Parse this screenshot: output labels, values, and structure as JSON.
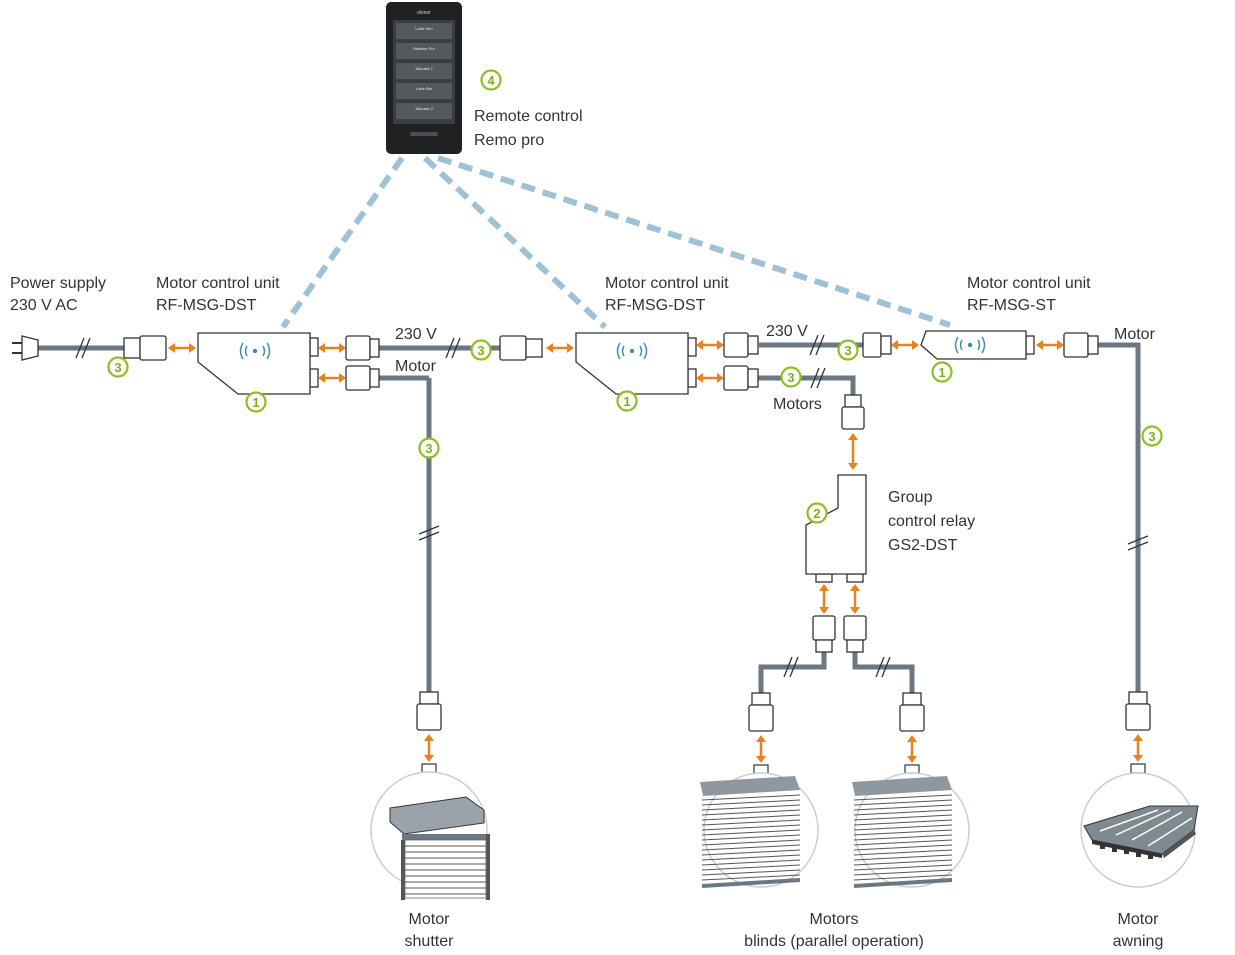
{
  "remote": {
    "title_line1": "Remote control",
    "title_line2": "Remo pro",
    "number": "4",
    "screen_brand": "elsner",
    "screen_rows": [
      "Lade Hen",
      "Markise Pro",
      "Jalousie 1",
      "Lade Bar",
      "Jalousie 2"
    ]
  },
  "power": {
    "label_line1": "Power supply",
    "label_line2": "230 V AC"
  },
  "units": [
    {
      "line1": "Motor control unit",
      "line2": "RF-MSG-DST"
    },
    {
      "line1": "Motor control unit",
      "line2": "RF-MSG-DST"
    },
    {
      "line1": "Motor control unit",
      "line2": "RF-MSG-ST"
    }
  ],
  "wire_labels": {
    "v230_a": "230 V",
    "motor_a": "Motor",
    "v230_b": "230 V",
    "motors_b": "Motors",
    "motor_c": "Motor"
  },
  "group_relay": {
    "line1": "Group",
    "line2": "control relay",
    "line3": "GS2-DST"
  },
  "badges": {
    "unit": "1",
    "relay": "2",
    "cable": "3"
  },
  "devices": {
    "shutter": {
      "line1": "Motor",
      "line2": "shutter"
    },
    "blinds": {
      "line1": "Motors",
      "line2": "blinds (parallel operation)"
    },
    "awning": {
      "line1": "Motor",
      "line2": "awning"
    }
  },
  "colors": {
    "cable": "#6b7781",
    "radio_link": "#9fc1d6",
    "arrow": "#e8821c",
    "badge": "#8cbf1f",
    "wave": "#3d8fa8"
  }
}
